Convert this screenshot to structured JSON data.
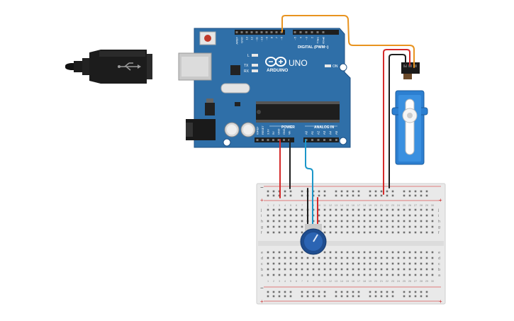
{
  "board": {
    "brand": "ARDUINO",
    "model": "UNO",
    "digital_header_label": "DIGITAL (PWM~)",
    "power_label": "POWER",
    "analog_label": "ANALOG IN",
    "led_labels": [
      "L",
      "TX",
      "RX"
    ],
    "on_label": "ON",
    "digital_pins": [
      "AREF",
      "GND",
      "13",
      "12",
      "~11",
      "~10",
      "~9",
      "8",
      "7",
      "~6",
      "~5",
      "4",
      "~3",
      "2",
      "TX▸1",
      "RX◂0"
    ],
    "power_pins": [
      "IOREF",
      "RESET",
      "3.3V",
      "5V",
      "GND",
      "GND",
      "Vin"
    ],
    "analog_pins": [
      "A0",
      "A1",
      "A2",
      "A3",
      "A4",
      "A5"
    ]
  },
  "breadboard": {
    "row_letters_top": [
      "j",
      "i",
      "h",
      "g",
      "f"
    ],
    "row_letters_bottom": [
      "e",
      "d",
      "c",
      "b",
      "a"
    ],
    "rail_plus": "+",
    "rail_minus": "−",
    "column_numbers": [
      "1",
      "2",
      "3",
      "4",
      "5",
      "6",
      "7",
      "8",
      "9",
      "10",
      "11",
      "12",
      "13",
      "14",
      "15",
      "16",
      "17",
      "18",
      "19",
      "20",
      "21",
      "22",
      "23",
      "24",
      "25",
      "26",
      "27",
      "28",
      "29",
      "30"
    ]
  },
  "colors": {
    "board_blue": "#2f6fa8",
    "board_edge": "#1f5286",
    "wire_orange": "#e8931f",
    "wire_red": "#d42a2a",
    "wire_black": "#1e1e1e",
    "wire_blue": "#1c97c9",
    "servo_blue": "#2c7fd1",
    "knob_blue": "#1f4d8f",
    "breadboard": "#ececec"
  },
  "components": {
    "usb_cable": "usb-cable-icon",
    "servo": "servo-motor-icon",
    "potentiometer": "potentiometer-icon"
  }
}
